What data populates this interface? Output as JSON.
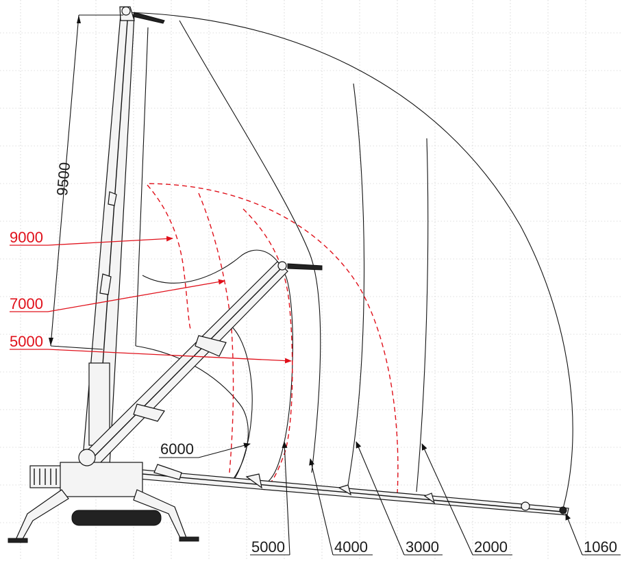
{
  "dimension": {
    "height_label": "9500"
  },
  "radius_labels": [
    {
      "id": "r-5000",
      "text": "5000"
    },
    {
      "id": "r-4000",
      "text": "4000"
    },
    {
      "id": "r-3000",
      "text": "3000"
    },
    {
      "id": "r-2000",
      "text": "2000"
    },
    {
      "id": "r-1060",
      "text": "1060"
    }
  ],
  "load_label_6000": "6000",
  "red_labels": [
    {
      "id": "h-9000",
      "text": "9000"
    },
    {
      "id": "h-7000",
      "text": "7000"
    },
    {
      "id": "h-5000",
      "text": "5000"
    }
  ],
  "colors": {
    "line": "#111111",
    "accent_red": "#e0101a",
    "grid": "#bdbdbd"
  }
}
